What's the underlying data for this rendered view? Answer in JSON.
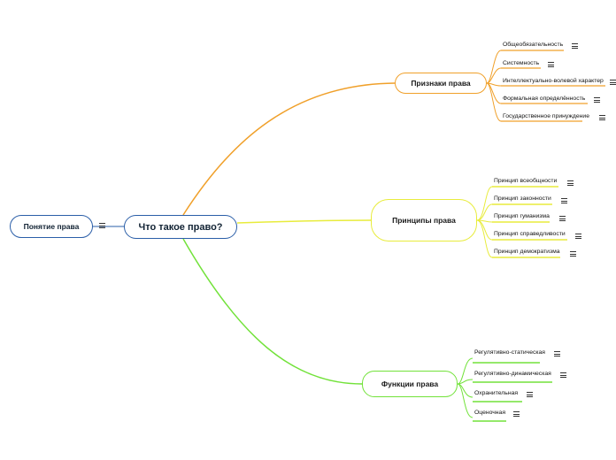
{
  "colors": {
    "root_border": "#2a5ea8",
    "orange": "#f0a02a",
    "yellow": "#e8ec3c",
    "green": "#72e23a"
  },
  "root": {
    "label": "Что такое право?"
  },
  "left_node": {
    "label": "Понятие права"
  },
  "branches": [
    {
      "label": "Признаки права",
      "leaves": [
        "Общеобязательность",
        "Системность",
        "Интеллектуально-волевой характер",
        "Формальная определённость",
        "Государственное принуждение"
      ]
    },
    {
      "label": "Принципы права",
      "leaves": [
        "Принцип всеобщности",
        "Принцип законности",
        "Принцип гуманизма",
        "Принцип справедливости",
        "Принцип демократизма"
      ]
    },
    {
      "label": "Функции права",
      "leaves": [
        "Регулятивно-статическая",
        "Регулятивно-динамическая",
        "Охранительная",
        "Оценочная"
      ]
    }
  ]
}
